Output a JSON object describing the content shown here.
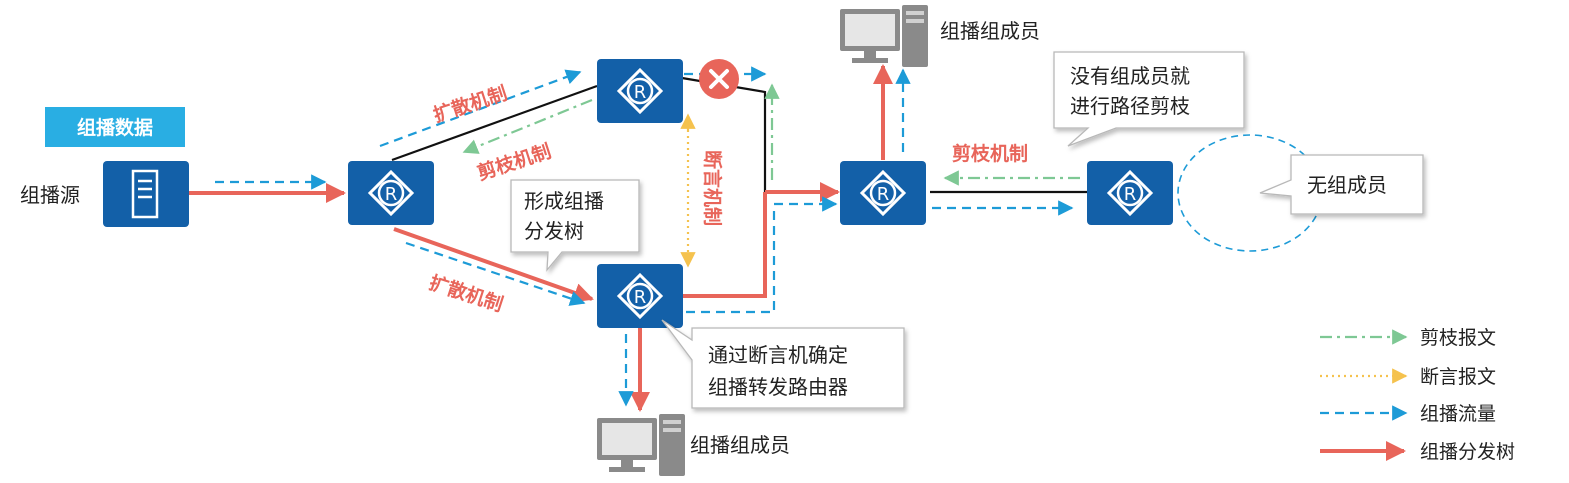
{
  "badge": {
    "label": "组播数据",
    "color": "#29aee3"
  },
  "source_label": "组播源",
  "members": {
    "top": "组播组成员",
    "bottom": "组播组成员"
  },
  "mechanisms": {
    "flood_top": "扩散机制",
    "prune_mid": "剪枝机制",
    "assert_vertical": "断言机制",
    "flood_bottom": "扩散机制",
    "prune_right": "剪枝机制"
  },
  "callouts": {
    "tree_line1": "形成组播",
    "tree_line2": "分发树",
    "assert_line1": "通过断言机确定",
    "assert_line2": "组播转发路由器",
    "prune_line1": "没有组成员就",
    "prune_line2": "进行路径剪枝",
    "no_member": "无组成员"
  },
  "router_glyph": "R",
  "legend": [
    {
      "label": "剪枝报文",
      "style": "dash-dot",
      "color": "#7ec894"
    },
    {
      "label": "断言报文",
      "style": "dotted",
      "color": "#f5c24e"
    },
    {
      "label": "组播流量",
      "style": "dashed",
      "color": "#1d9bd7"
    },
    {
      "label": "组播分发树",
      "style": "solid",
      "color": "#e8655a"
    }
  ],
  "colors": {
    "router": "#1360a8",
    "tree": "#e8655a",
    "flow": "#1d9bd7",
    "prune": "#7ec894",
    "assert": "#f5c24e",
    "block": "#e8655a",
    "link": "#111111"
  },
  "icons": {
    "server": "server-icon",
    "router": "router-icon",
    "pc": "pc-icon",
    "block": "block-x-icon"
  }
}
